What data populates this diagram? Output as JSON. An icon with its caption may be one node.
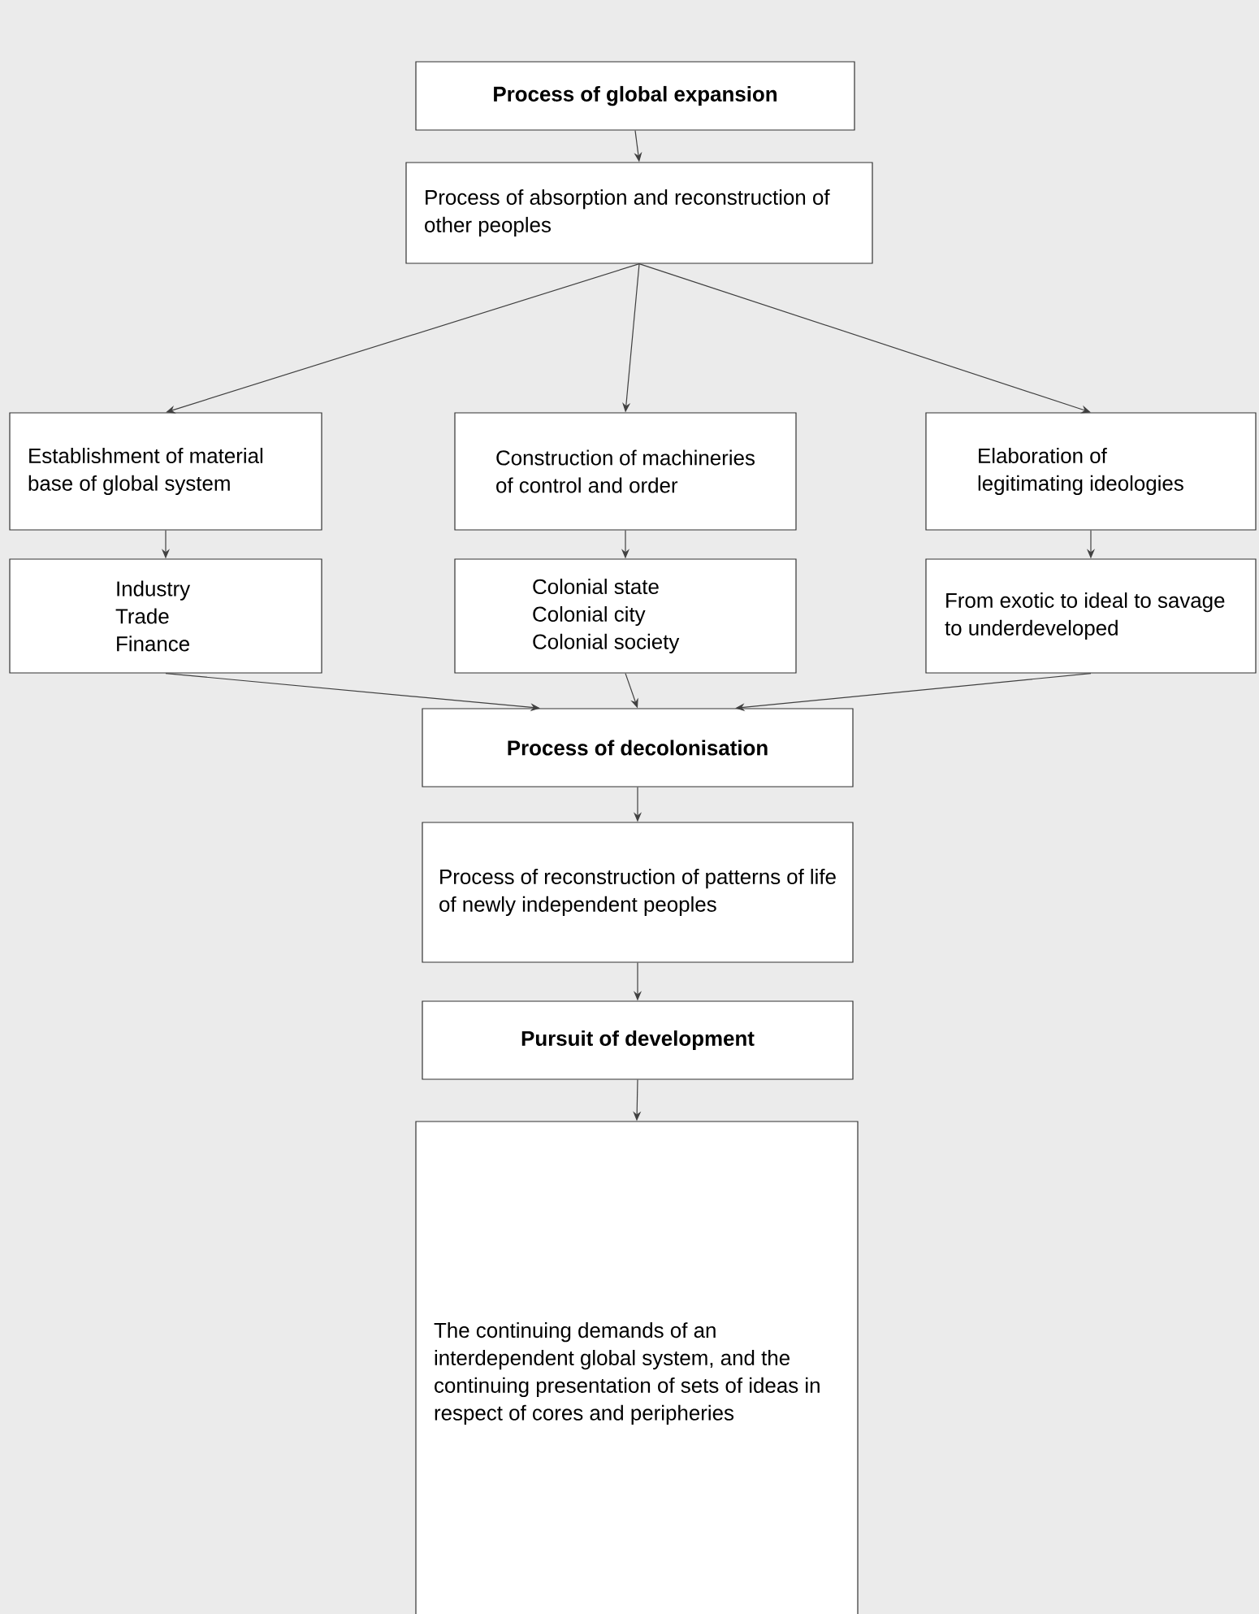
{
  "diagram": {
    "nodes": [
      {
        "text": [
          "Process of global expansion"
        ]
      },
      {
        "text": [
          "Process of absorption and reconstruction of other peoples"
        ]
      },
      {
        "text": [
          "Establishment of material base of global system"
        ]
      },
      {
        "text": [
          "Construction of machineries of control and order"
        ]
      },
      {
        "text": [
          "Elaboration of legitimating ideologies"
        ]
      },
      {
        "text": [
          "Industry Trade Finance"
        ]
      },
      {
        "text": [
          "Colonial state Colonial city Colonial society"
        ]
      },
      {
        "text": [
          "From exotic to ideal to savage to underdeveloped"
        ]
      },
      {
        "text": [
          "Process of decolonisation"
        ]
      },
      {
        "text": [
          "Process of reconstruction of patterns of life of newly independent peoples"
        ]
      },
      {
        "text": [
          "Pursuit of development"
        ]
      },
      {
        "text": [
          "The continuing demands of an interdependent global system, and the continuing presentation of sets of ideas in respect of cores and peripheries"
        ]
      }
    ],
    "edges": [
      {
        "from": 0,
        "to": 1,
        "arrow": "to"
      },
      {
        "from": 1,
        "to": 2,
        "arrow": "to"
      },
      {
        "from": 1,
        "to": 3,
        "arrow": "to"
      },
      {
        "from": 1,
        "to": 4,
        "arrow": "to"
      },
      {
        "from": 2,
        "to": 5,
        "arrow": "to"
      },
      {
        "from": 3,
        "to": 6,
        "arrow": "to"
      },
      {
        "from": 4,
        "to": 7,
        "arrow": "to"
      },
      {
        "from": 5,
        "to": 8,
        "arrow": "to"
      },
      {
        "from": 6,
        "to": 8,
        "arrow": "to"
      },
      {
        "from": 7,
        "to": 8,
        "arrow": "to"
      },
      {
        "from": 8,
        "to": 9,
        "arrow": "to"
      },
      {
        "from": 9,
        "to": 10,
        "arrow": "to"
      },
      {
        "from": 10,
        "to": 11,
        "arrow": "to"
      }
    ]
  }
}
